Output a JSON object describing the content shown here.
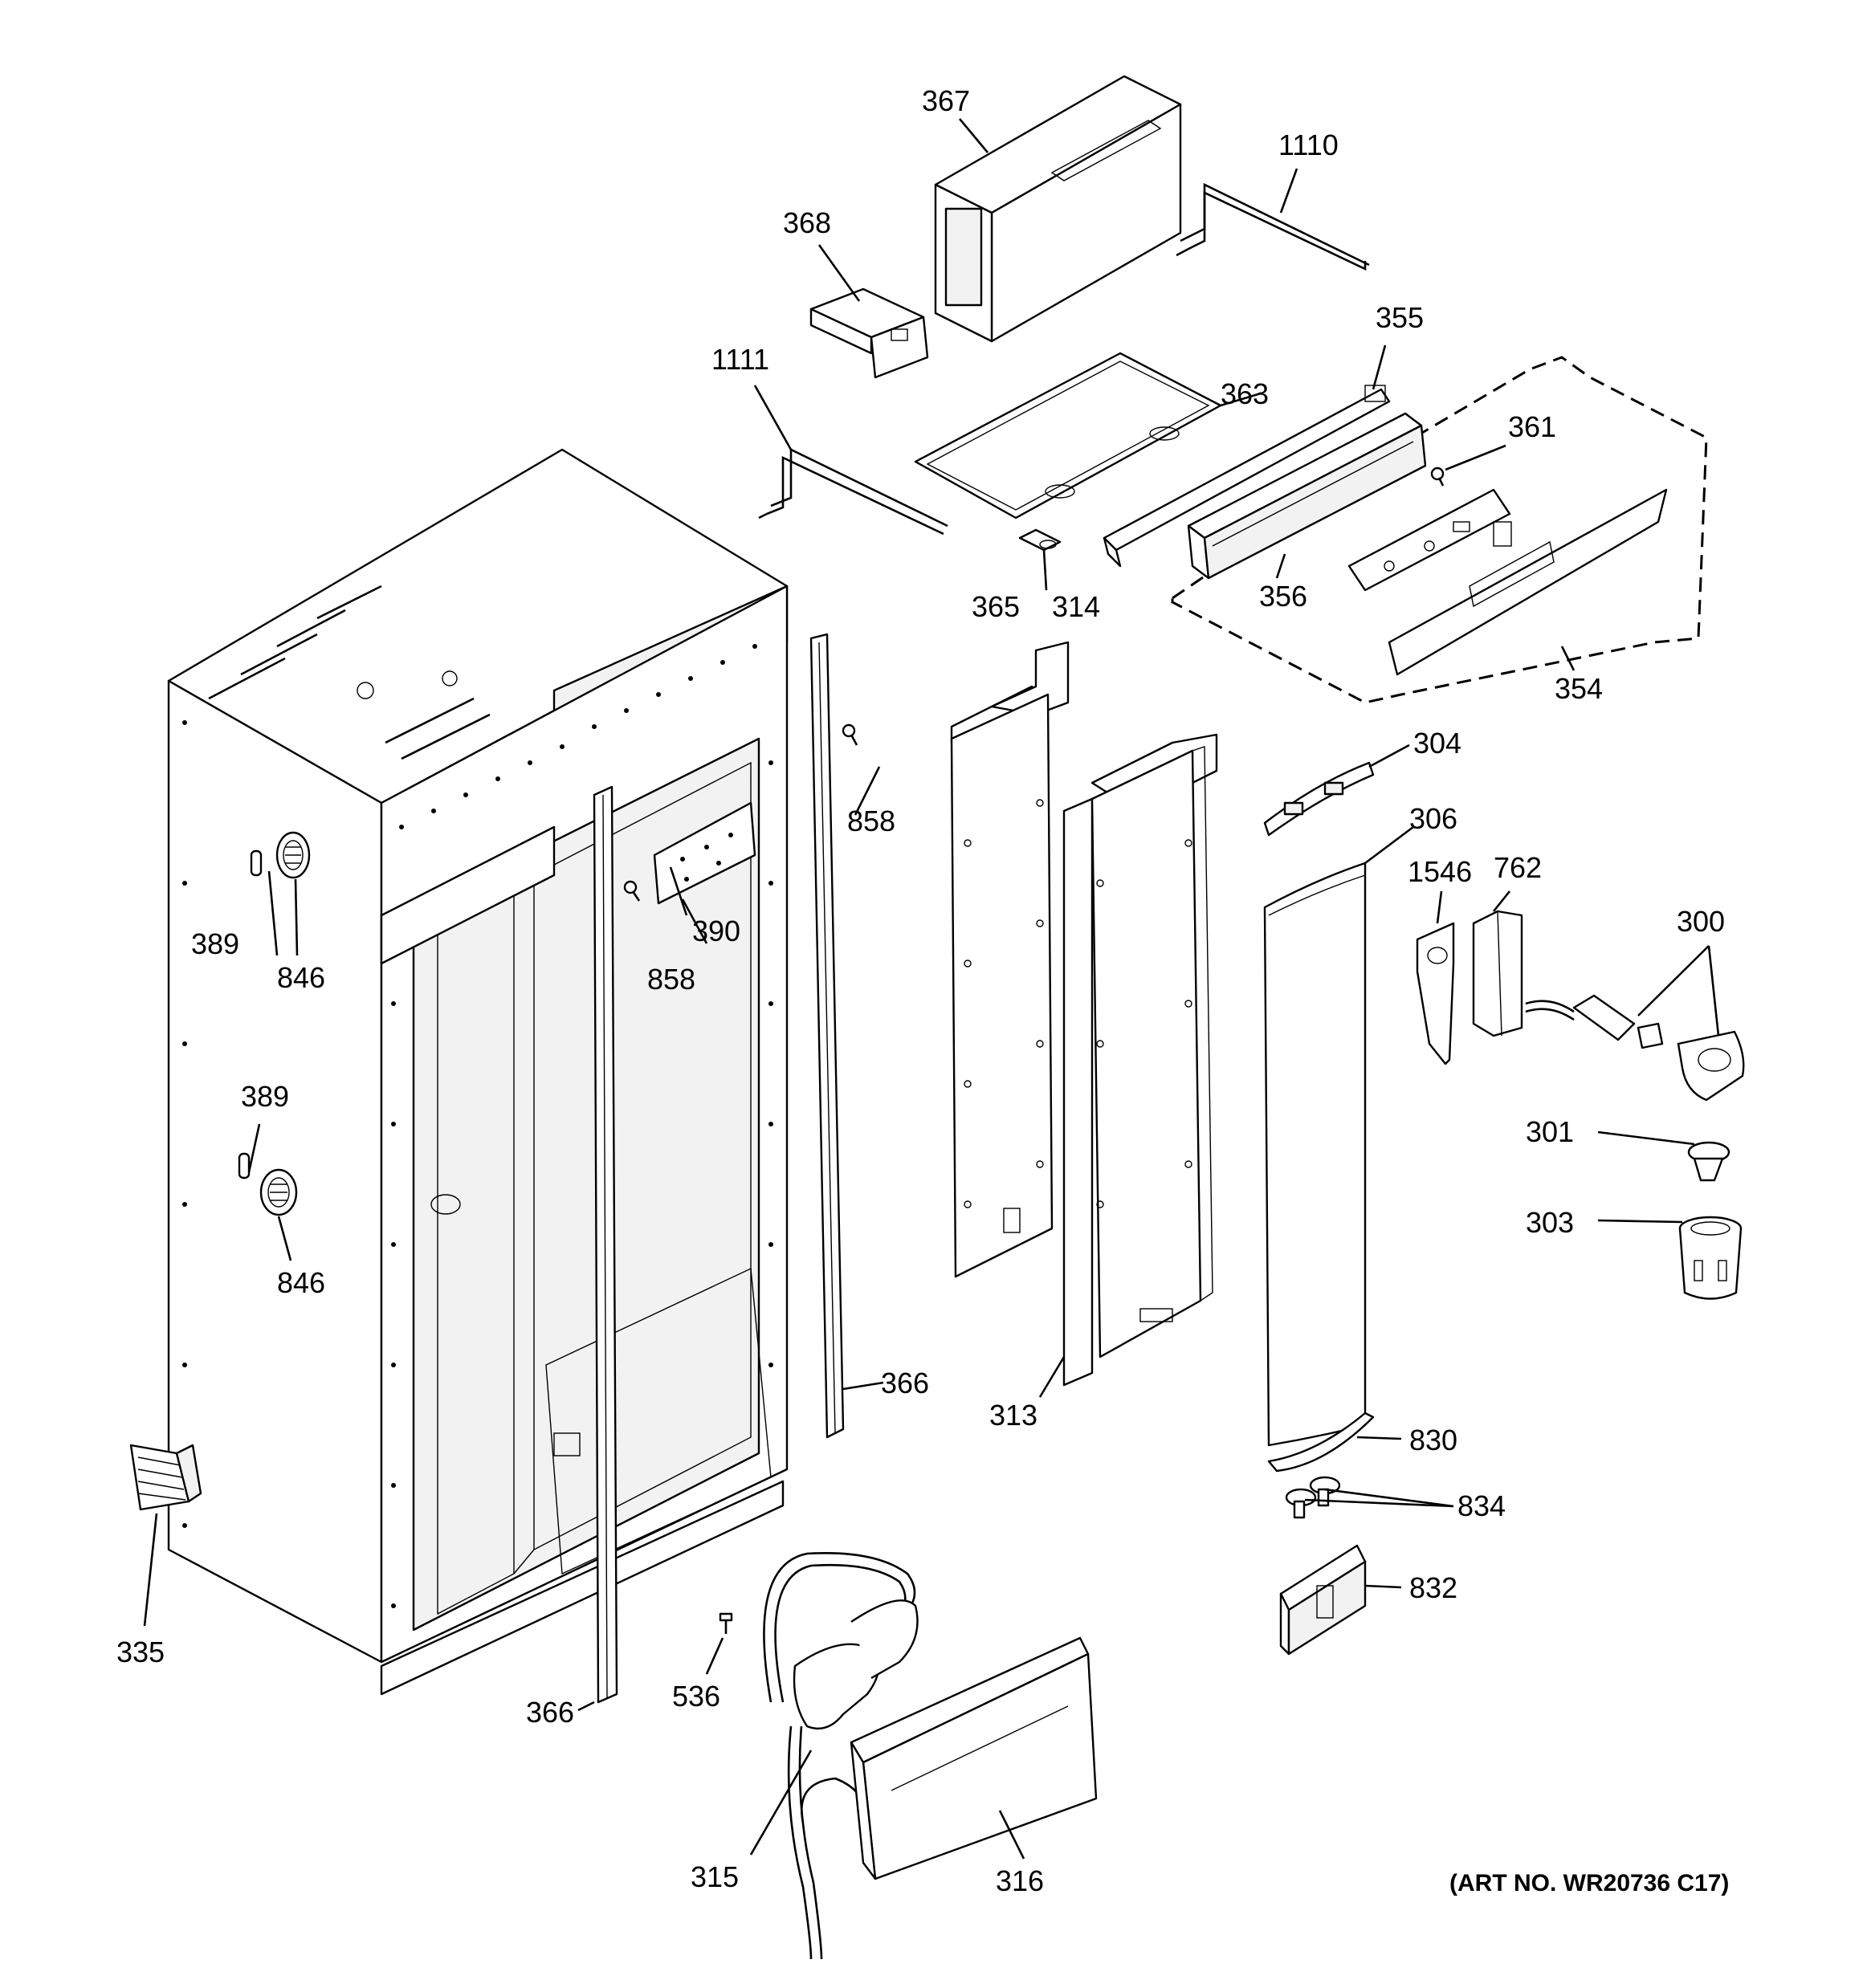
{
  "labels": {
    "p300": "300",
    "p301": "301",
    "p303": "303",
    "p304": "304",
    "p306": "306",
    "p313": "313",
    "p314": "314",
    "p315": "315",
    "p316": "316",
    "p335": "335",
    "p354": "354",
    "p355": "355",
    "p356": "356",
    "p361": "361",
    "p363": "363",
    "p365": "365",
    "p366_right": "366",
    "p366_bottom": "366",
    "p367": "367",
    "p368": "368",
    "p389_top": "389",
    "p389_mid": "389",
    "p390": "390",
    "p536": "536",
    "p762": "762",
    "p830": "830",
    "p832": "832",
    "p834": "834",
    "p846_top": "846",
    "p846_mid": "846",
    "p858_right": "858",
    "p858_left": "858",
    "p1110": "1110",
    "p1111": "1111",
    "p1546": "1546"
  },
  "art_number": "(ART NO. WR20736 C17)"
}
